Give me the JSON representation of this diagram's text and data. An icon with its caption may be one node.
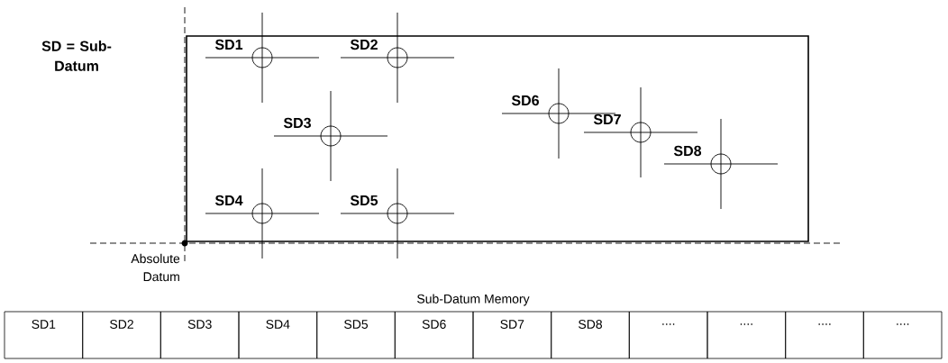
{
  "diagram": {
    "labels": [
      "SD = Sub-Datum",
      "SD1",
      "SD2",
      "SD3",
      "SD4",
      "SD5",
      "SD6",
      "SD7",
      "SD8",
      "Absolute Datum",
      "Sub-Datum Memory",
      "SD1",
      "SD2",
      "SD3",
      "SD4",
      "SD5",
      "SD6",
      "SD7",
      "SD8",
      "....",
      "....",
      "....",
      "...."
    ]
  }
}
